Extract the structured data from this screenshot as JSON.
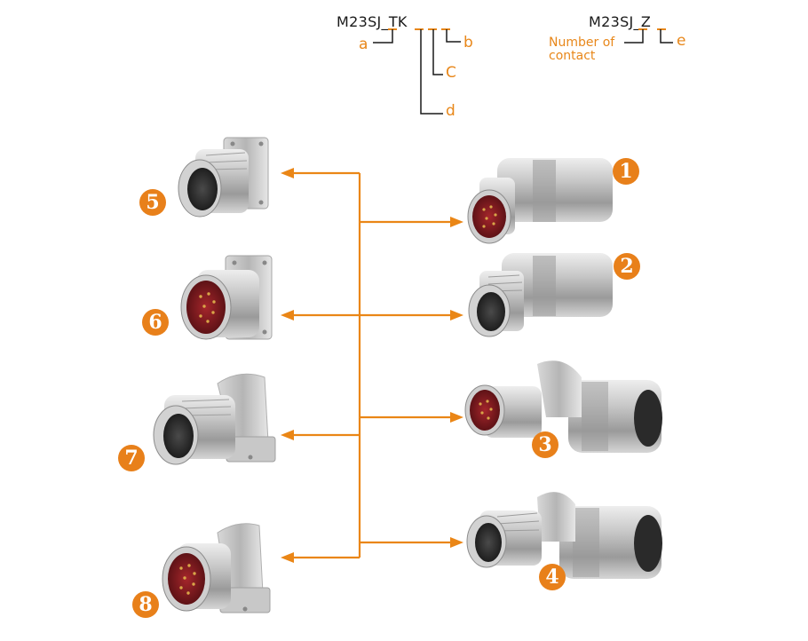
{
  "colors": {
    "accent": "#e8871a",
    "badge": "#e8801a",
    "code_text": "#1a1a1a",
    "metal": "#c4c4c4",
    "contact_insert_red": "#8a1f23"
  },
  "codes": {
    "left": {
      "text": "M23SJ_TK",
      "labels": {
        "a": "a",
        "b": "b",
        "c": "C",
        "d": "d"
      }
    },
    "right": {
      "text": "M23SJ_Z",
      "labels": {
        "number_of_contact_line1": "Number of",
        "number_of_contact_line2": "contact",
        "e": "e"
      }
    }
  },
  "products": [
    {
      "number": "1",
      "icon": "straight-male-cable-connector-icon"
    },
    {
      "number": "2",
      "icon": "straight-female-cable-connector-icon"
    },
    {
      "number": "3",
      "icon": "angled-male-cable-connector-icon"
    },
    {
      "number": "4",
      "icon": "angled-female-cable-connector-icon"
    },
    {
      "number": "5",
      "icon": "square-flange-female-receptacle-icon"
    },
    {
      "number": "6",
      "icon": "square-flange-male-receptacle-icon"
    },
    {
      "number": "7",
      "icon": "angled-female-receptacle-icon"
    },
    {
      "number": "8",
      "icon": "angled-male-receptacle-icon"
    }
  ],
  "connections": [
    {
      "from": "hub",
      "to": "5",
      "direction": "left"
    },
    {
      "from": "hub",
      "to": "1",
      "direction": "right"
    },
    {
      "from": "hub",
      "to": "6",
      "direction": "left"
    },
    {
      "from": "hub",
      "to": "2",
      "direction": "right"
    },
    {
      "from": "hub",
      "to": "7",
      "direction": "left"
    },
    {
      "from": "hub",
      "to": "3",
      "direction": "right"
    },
    {
      "from": "hub",
      "to": "8",
      "direction": "left"
    },
    {
      "from": "hub",
      "to": "4",
      "direction": "right"
    }
  ]
}
